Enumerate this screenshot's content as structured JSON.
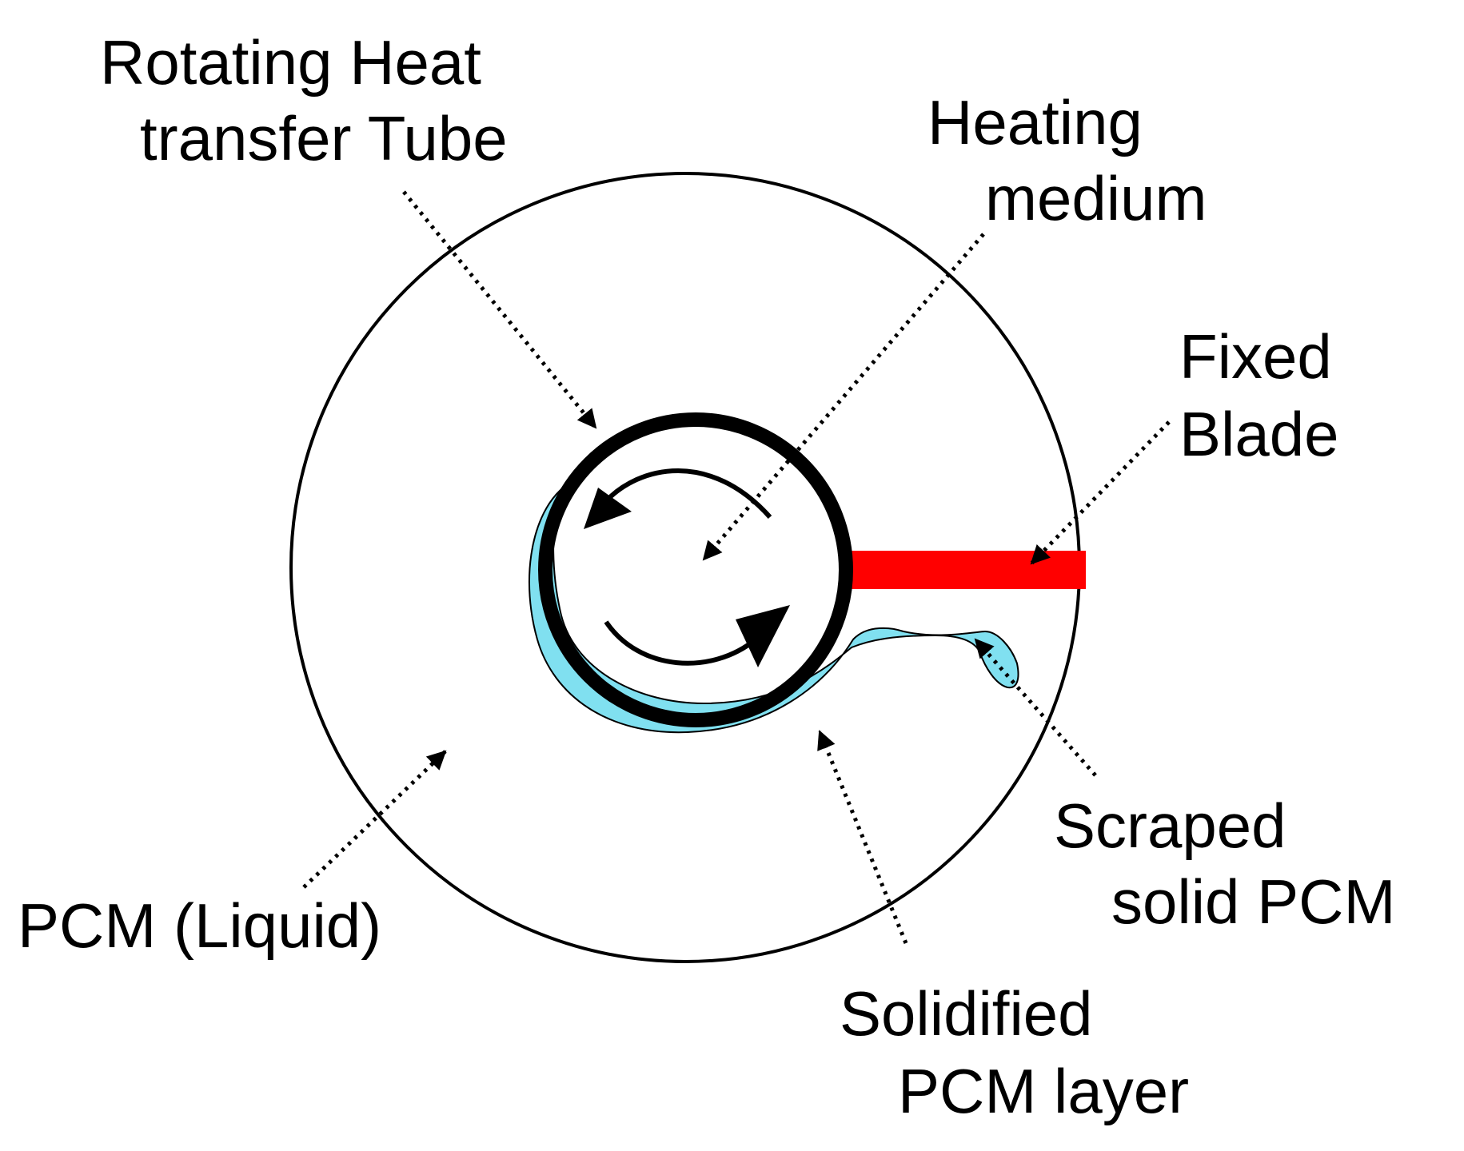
{
  "labels": {
    "rotating_tube_line1": "Rotating Heat",
    "rotating_tube_line2": "transfer Tube",
    "heating_medium_line1": "Heating",
    "heating_medium_line2": "medium",
    "fixed_blade_line1": "Fixed",
    "fixed_blade_line2": "Blade",
    "pcm_liquid": "PCM (Liquid)",
    "scraped_line1": "Scraped",
    "scraped_line2": "solid PCM",
    "solidified_line1": "Solidified",
    "solidified_line2": "PCM layer"
  },
  "colors": {
    "blade": "#ff0000",
    "solid_pcm": "#80e0f0",
    "outline": "#000000",
    "background": "#ffffff"
  }
}
